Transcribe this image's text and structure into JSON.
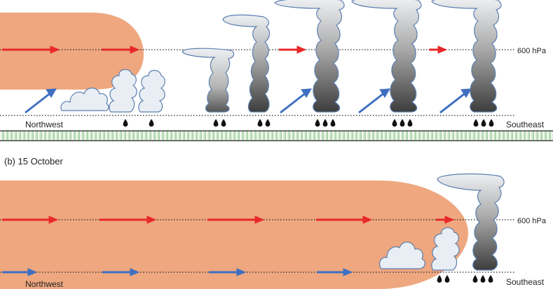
{
  "panel_b": {
    "label": "(b) 15 October"
  },
  "labels": {
    "pressure": "600 hPa",
    "west": "Northwest",
    "east": "Southeast"
  },
  "colors": {
    "dry_air": "#eea77f",
    "warm_arrow": "#e8282a",
    "moist_arrow": "#3f6fc1",
    "cloud_outline": "#5b7fb0",
    "cloud_light": "#e9eef4",
    "cloud_dark": "#4a4a4a",
    "rain": "#111111",
    "surface_wet": "#7fbf7f"
  },
  "icons": {
    "rain": "raindrop-icon",
    "arrow": "arrow-icon",
    "cloud": "cloud-icon"
  }
}
